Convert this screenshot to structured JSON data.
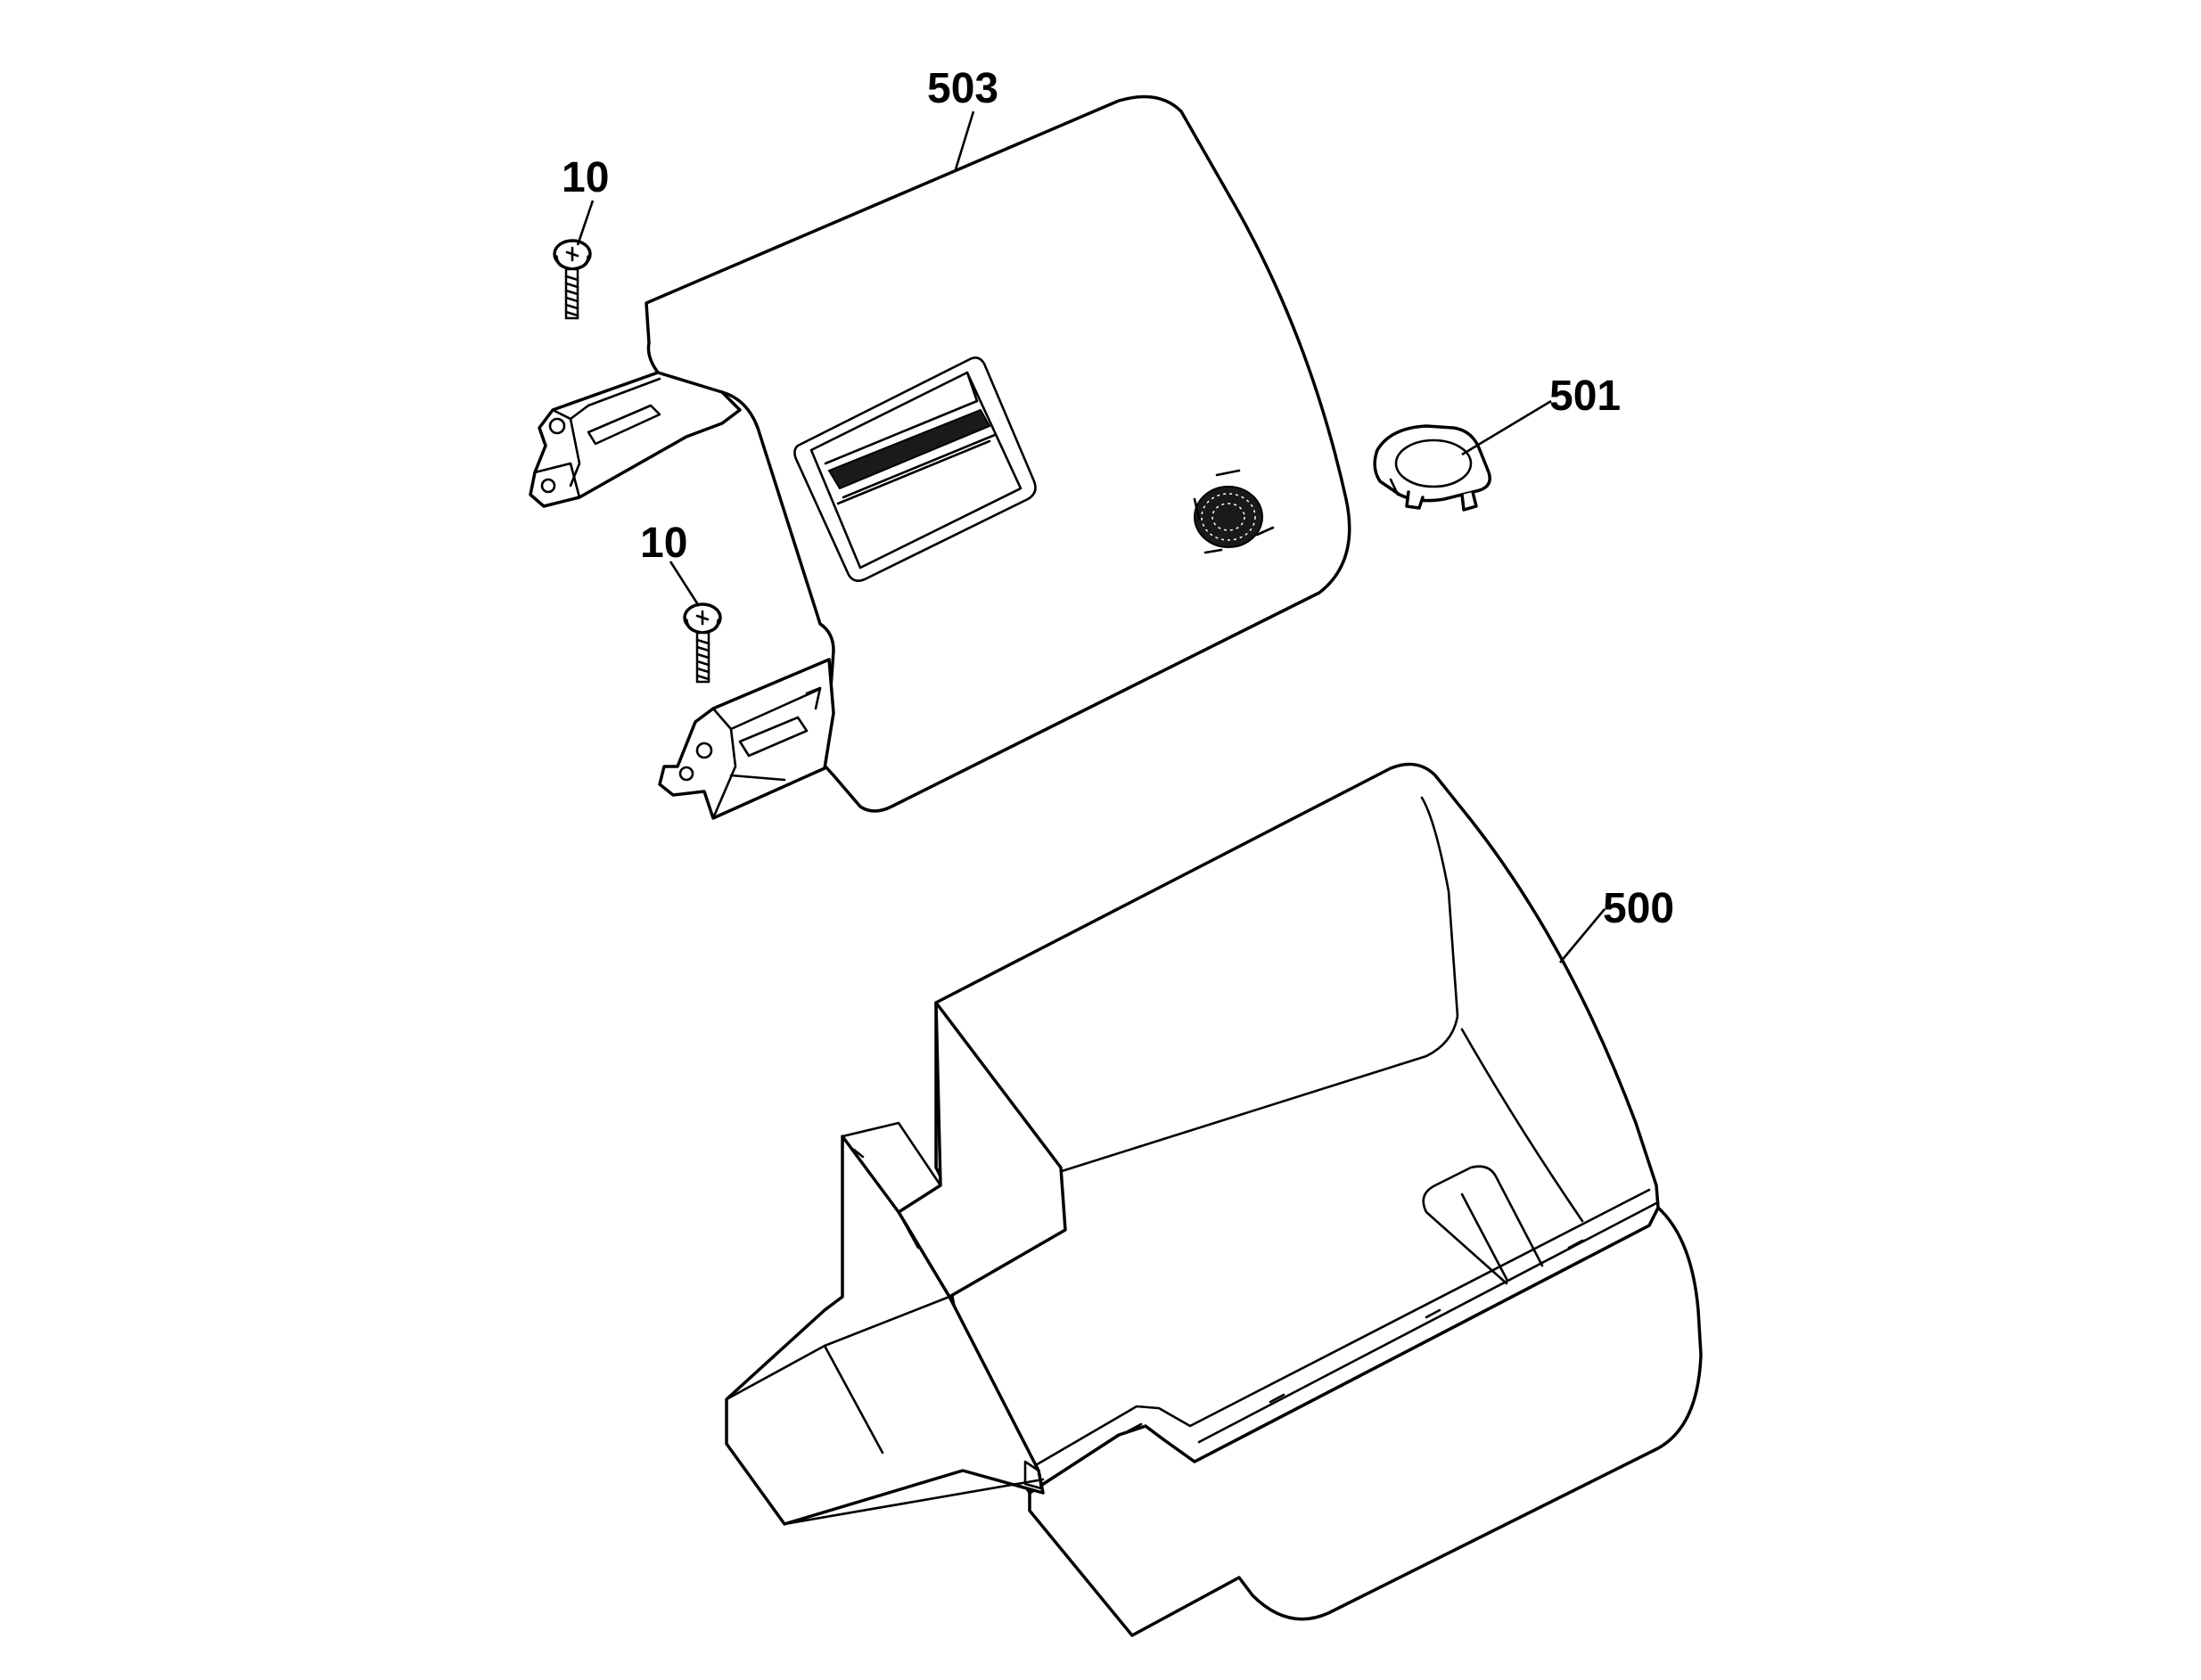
{
  "callouts": {
    "cover_top": "503",
    "screw_upper": "10",
    "screw_lower": "10",
    "cap": "501",
    "housing": "500"
  }
}
